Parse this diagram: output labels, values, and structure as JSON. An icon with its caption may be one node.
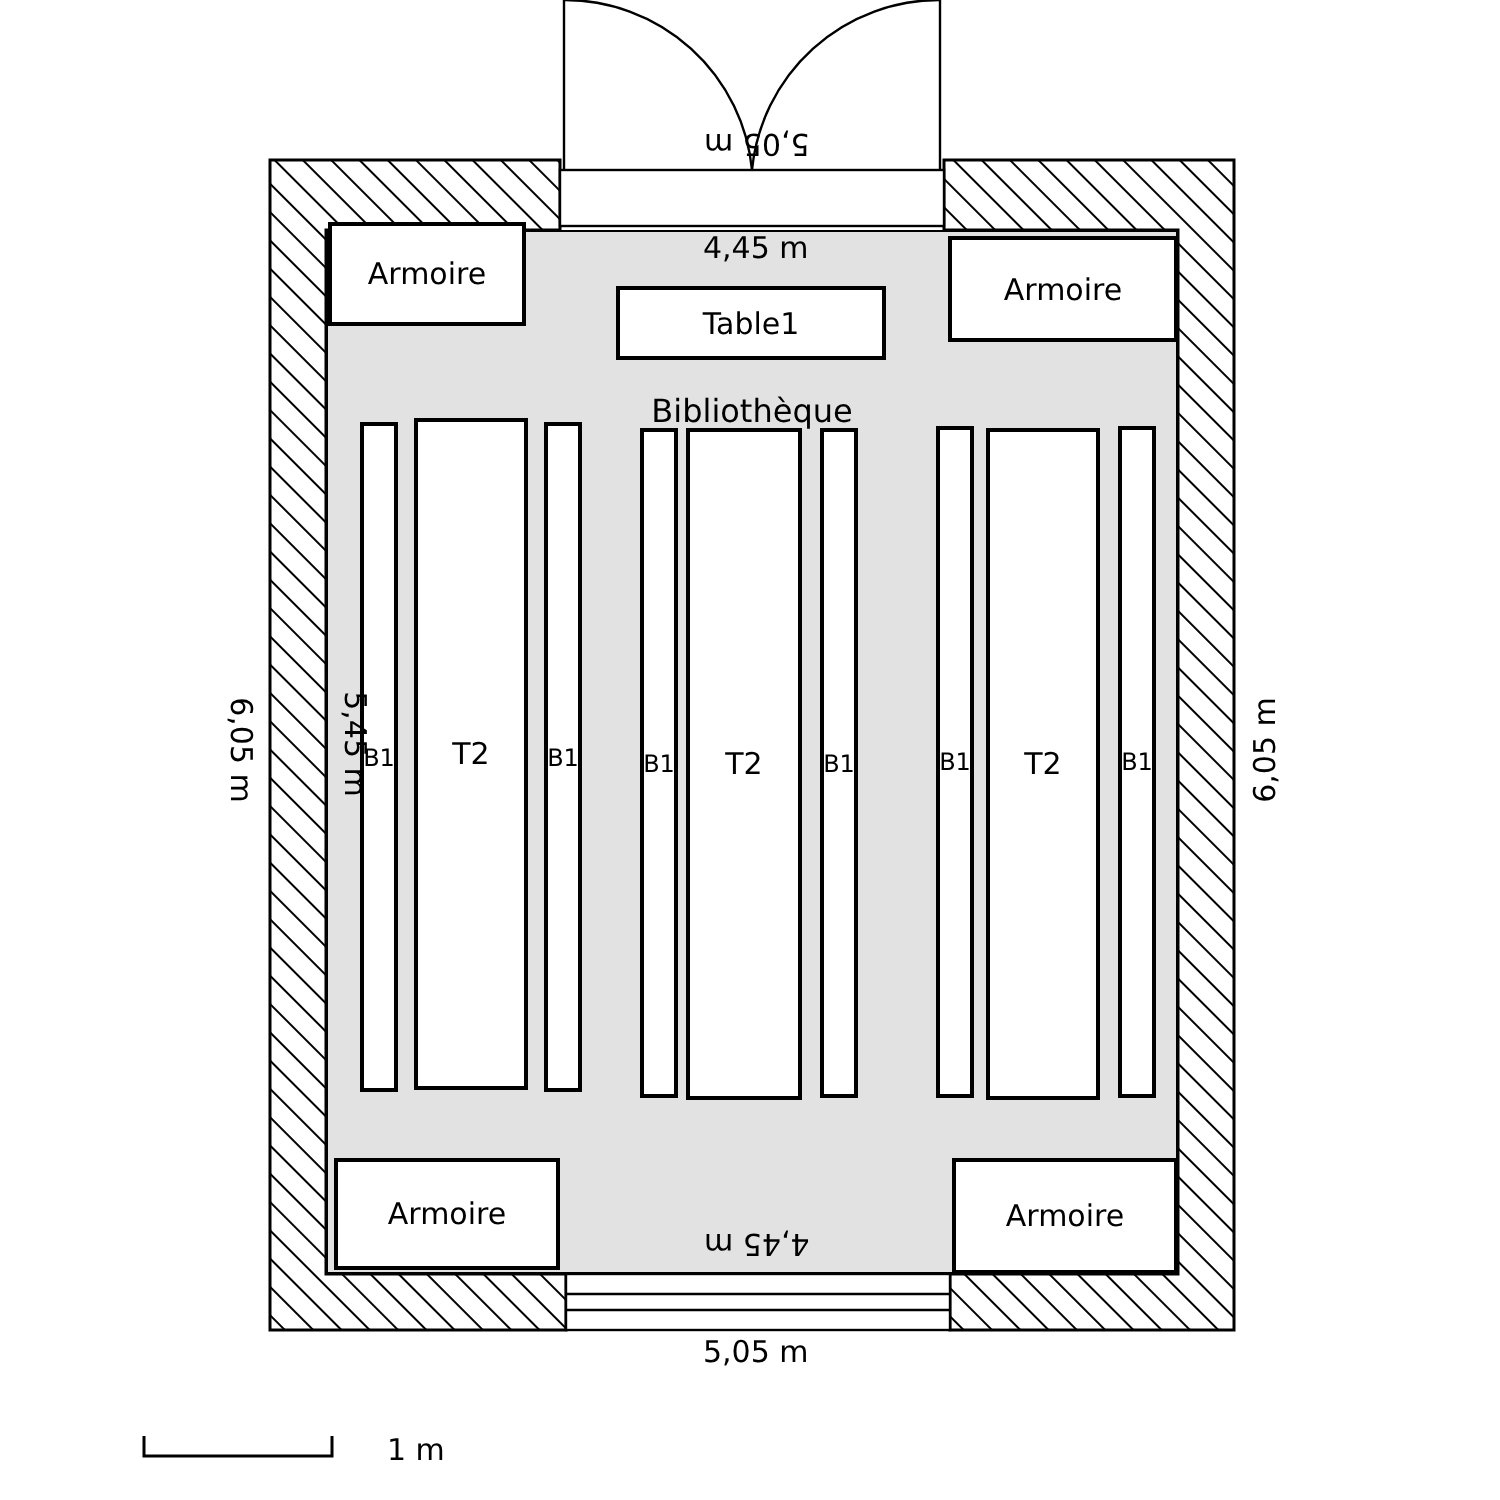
{
  "diagram": {
    "nodes": [
      {
        "text": [
          "Bibliothèque"
        ]
      },
      {
        "text": [
          "Armoire"
        ],
        "in": 0
      },
      {
        "text": [
          "Armoire"
        ],
        "in": 0
      },
      {
        "text": [
          "Table1"
        ],
        "in": 0
      },
      {
        "text": [
          "B1"
        ],
        "in": 0
      },
      {
        "text": [
          "T2"
        ],
        "in": 0
      },
      {
        "text": [
          "B1"
        ],
        "in": 0
      },
      {
        "text": [
          "B1"
        ],
        "in": 0
      },
      {
        "text": [
          "T2"
        ],
        "in": 0
      },
      {
        "text": [
          "B1"
        ],
        "in": 0
      },
      {
        "text": [
          "B1"
        ],
        "in": 0
      },
      {
        "text": [
          "T2"
        ],
        "in": 0
      },
      {
        "text": [
          "B1"
        ],
        "in": 0
      },
      {
        "text": [
          "Armoire"
        ],
        "in": 0
      },
      {
        "text": [
          "Armoire"
        ],
        "in": 0
      }
    ],
    "labels": [
      "5,05 m",
      "4,45 m",
      "6,05 m",
      "5,45 m",
      "6,05 m",
      "4,45 m",
      "5,05 m",
      "1 m"
    ]
  }
}
